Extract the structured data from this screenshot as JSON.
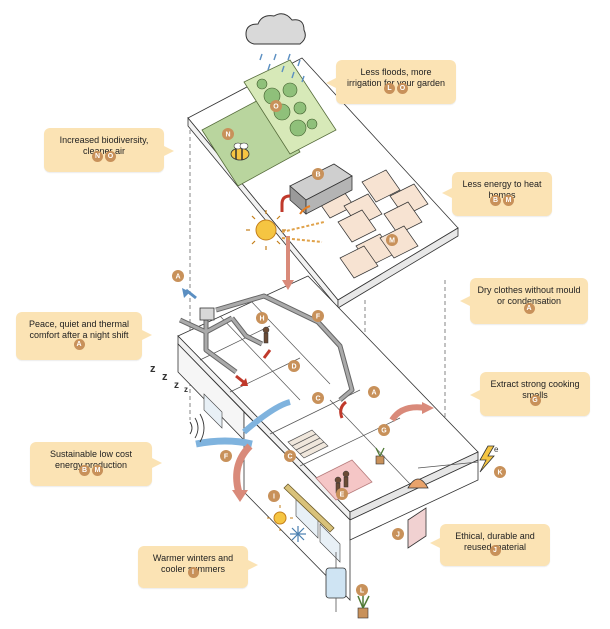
{
  "callouts": [
    {
      "id": "floods",
      "text": "Less floods, more irrigation for your garden",
      "badges": [
        "L",
        "O"
      ]
    },
    {
      "id": "biodiversity",
      "text": "Increased biodiversity, cleaner air",
      "badges": [
        "N",
        "O"
      ]
    },
    {
      "id": "heat",
      "text": "Less energy to heat homes",
      "badges": [
        "B",
        "M"
      ]
    },
    {
      "id": "clothes",
      "text": "Dry clothes without mould or condensation",
      "badges": [
        "A"
      ]
    },
    {
      "id": "peace",
      "text": "Peace, quiet and thermal comfort after a night shift",
      "badges": [
        "A"
      ]
    },
    {
      "id": "cooking",
      "text": "Extract strong cooking smells",
      "badges": [
        "G"
      ]
    },
    {
      "id": "energy",
      "text": "Sustainable low cost energy production",
      "badges": [
        "B",
        "M"
      ]
    },
    {
      "id": "material",
      "text": "Ethical, durable and reused material",
      "badges": [
        "J"
      ]
    },
    {
      "id": "winters",
      "text": "Warmer winters and cooler summers",
      "badges": [
        "I"
      ]
    }
  ],
  "markers": {
    "O1": "O",
    "N": "N",
    "B": "B",
    "M": "M",
    "A1": "A",
    "H": "H",
    "F1": "F",
    "D": "D",
    "C1": "C",
    "A2": "A",
    "G": "G",
    "C2": "C",
    "E": "E",
    "F2": "F",
    "I": "I",
    "J": "J",
    "K": "K",
    "L": "L"
  },
  "icons": [
    "rain-cloud-icon",
    "bee-icon",
    "sun-icon",
    "snowflake-icon",
    "lightning-icon",
    "sleep-z-icon",
    "plant-icon"
  ]
}
